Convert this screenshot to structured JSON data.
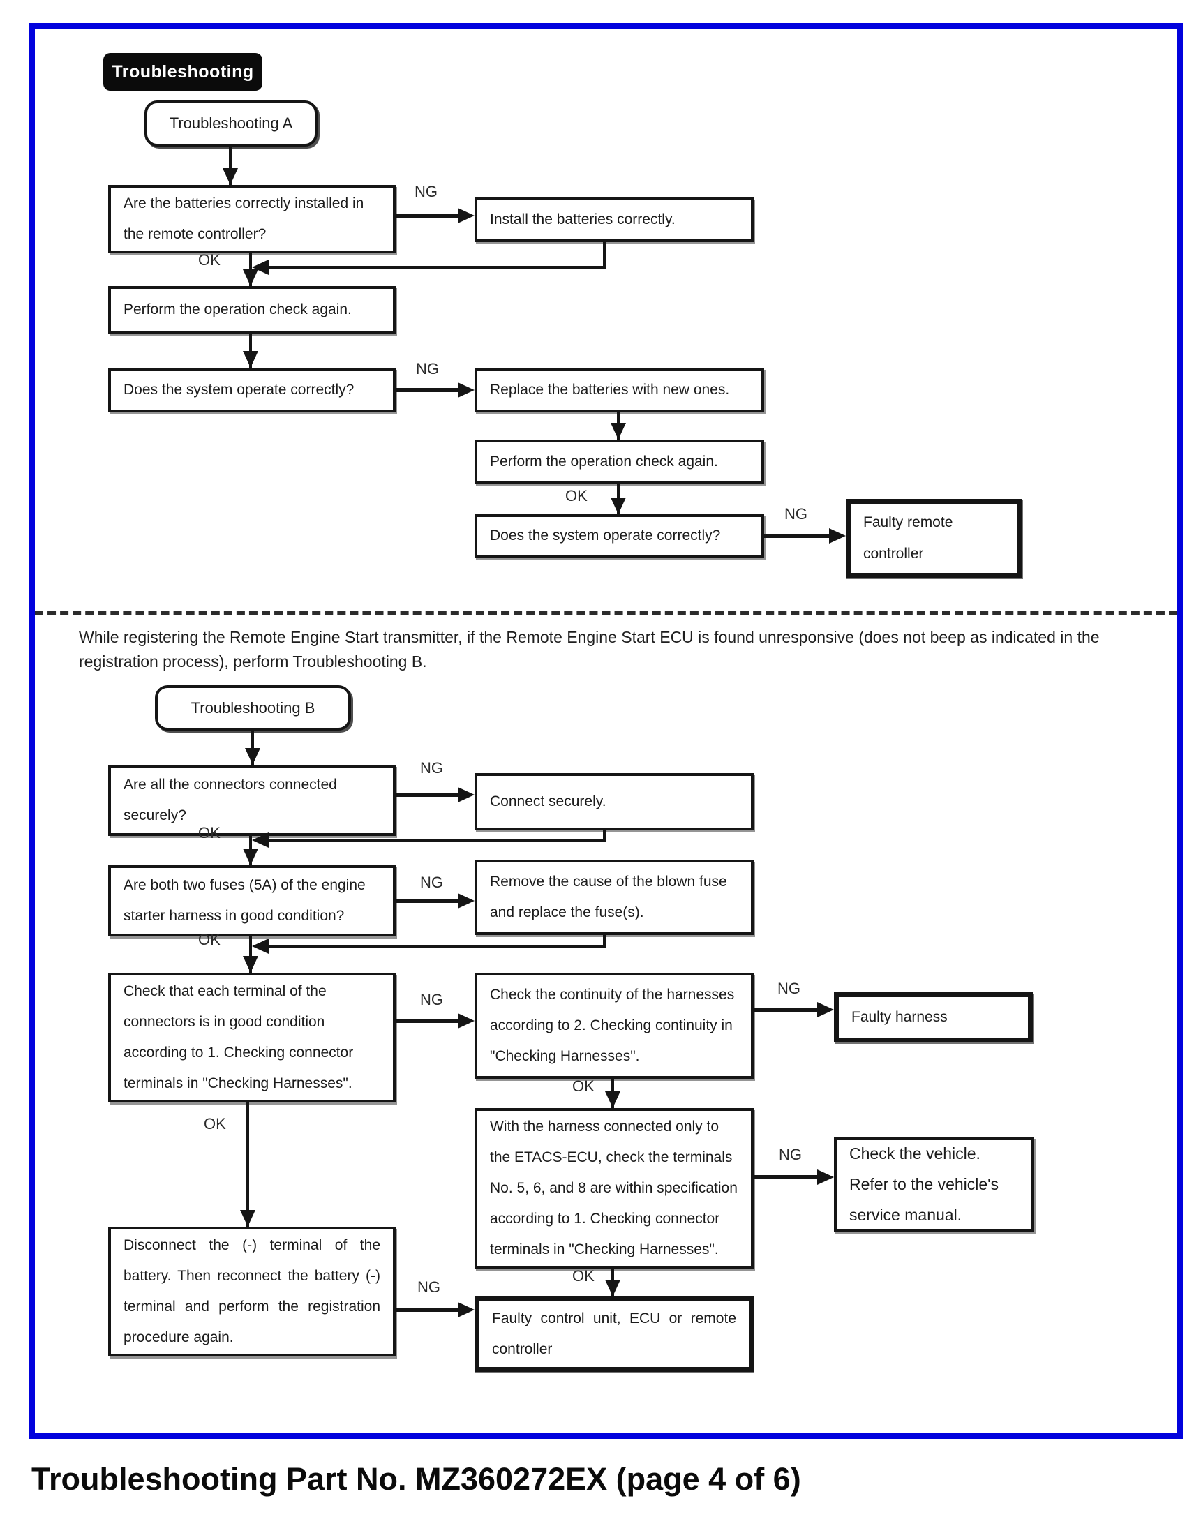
{
  "page": {
    "caption": "Troubleshooting Part No. MZ360272EX (page 4 of 6)",
    "frame_color": "#0202dd",
    "badge": "Troubleshooting"
  },
  "labels": {
    "ok": "OK",
    "ng": "NG"
  },
  "intro": "While registering the Remote Engine Start transmitter, if the Remote Engine Start ECU is found unresponsive (does not beep as indicated in the registration process), perform Troubleshooting B.",
  "flow_a": {
    "start": "Troubleshooting A",
    "q_batteries": "Are the batteries correctly installed in the remote controller?",
    "r_install": "Install the batteries correctly.",
    "step_check1": "Perform the operation check again.",
    "q_operate1": "Does the system operate correctly?",
    "r_replace": "Replace the batteries with new ones.",
    "step_check2": "Perform the operation check again.",
    "q_operate2": "Does the system operate correctly?",
    "end_faulty_remote": "Faulty remote controller"
  },
  "flow_b": {
    "start": "Troubleshooting B",
    "q_connectors": "Are all the connectors connected securely?",
    "r_connect": "Connect securely.",
    "q_fuses": "Are both two fuses (5A) of the engine starter harness in good condition?",
    "r_fuse_fix": "Remove the cause of the blown fuse and replace the fuse(s).",
    "q_terminals": "Check that each terminal of the connectors is in good condition according to 1. Checking connector terminals in \"Checking Harnesses\".",
    "r_continuity": "Check the continuity of the harnesses according to 2. Checking continuity in \"Checking Harnesses\".",
    "end_faulty_harness": "Faulty harness",
    "q_etacs": "With the harness connected only to the ETACS-ECU, check the terminals No. 5, 6, and 8 are within specification according to 1. Checking connector terminals in \"Checking Harnesses\".",
    "r_vehicle": "Check the vehicle. Refer to the vehicle's service manual.",
    "q_battery_reset": "Disconnect the (-) terminal of the battery. Then reconnect the battery (-) terminal and perform the registration procedure again.",
    "end_faulty_ecu": "Faulty control unit, ECU or remote controller"
  }
}
